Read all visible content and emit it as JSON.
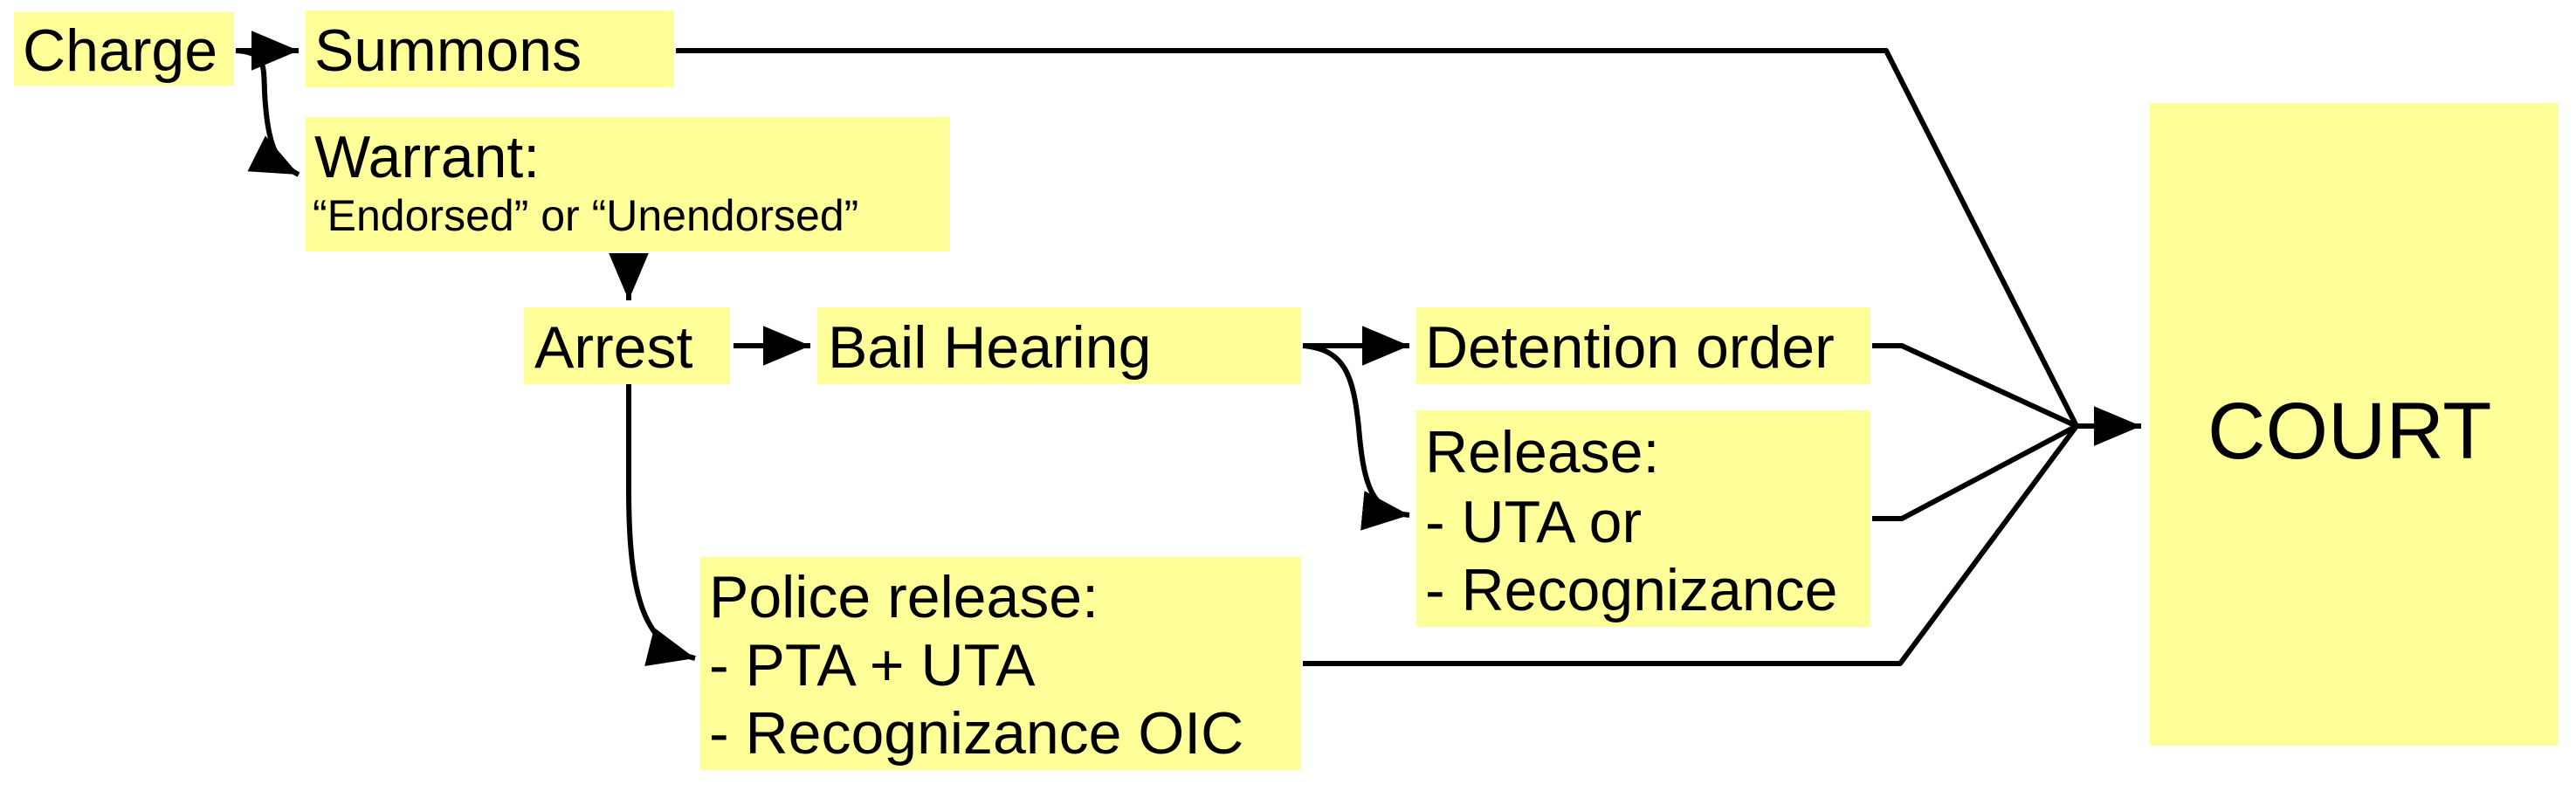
{
  "colors": {
    "box_fill": "#ffff99",
    "line": "#000000"
  },
  "nodes": {
    "charge": "Charge",
    "summons": "Summons",
    "warrant": {
      "title": "Warrant:",
      "subtitle": "“Endorsed” or “Unendorsed”"
    },
    "arrest": "Arrest",
    "bail_hearing": "Bail Hearing",
    "detention_order": "Detention order",
    "release": {
      "title": "Release:",
      "line1": "- UTA or",
      "line2": "- Recognizance"
    },
    "police_release": {
      "title": "Police release:",
      "line1": "- PTA + UTA",
      "line2": "- Recognizance OIC"
    },
    "court": "COURT"
  }
}
